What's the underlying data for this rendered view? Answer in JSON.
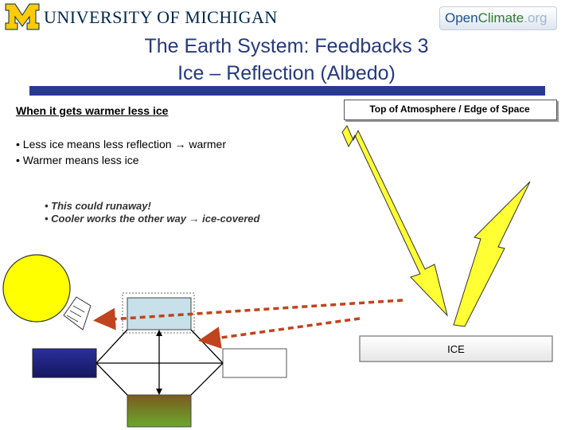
{
  "header": {
    "university": "UNIVERSITY OF MICHIGAN",
    "openclimate": {
      "open": "Open",
      "climate": "Climate",
      "org": ".org"
    }
  },
  "title": {
    "line1": "The Earth System: Feedbacks 3",
    "line2": "Ice – Reflection (Albedo)"
  },
  "content": {
    "heading": "When it gets warmer less ice",
    "bullets": [
      {
        "text": "• Less ice means less reflection ",
        "arrow": "→",
        "after": " warmer"
      },
      {
        "text": "• Warmer means less ice"
      }
    ],
    "sub_bullets": [
      {
        "text": "• This could runaway!"
      },
      {
        "text": "• Cooler works the other way ",
        "arrow": "→",
        "after": " ice-covered"
      }
    ]
  },
  "diagram": {
    "toa_label": "Top of Atmosphere / Edge of Space",
    "ice_label": "ICE",
    "colors": {
      "sun": "#ffff00",
      "lightning": "#ffff33",
      "atmosphere_box": "#c8e0ea",
      "ocean_box": "#1e237e",
      "land_box": "#7c6a25",
      "land_box_bottom": "#6ba82c",
      "dashed_arrow": "#c0441d",
      "title_rule": "#283a90",
      "title_text": "#243a7d"
    },
    "icons": [
      "block-m-logo",
      "sun-icon",
      "lightning-arrow-icon",
      "dashed-arrow-icon"
    ]
  }
}
